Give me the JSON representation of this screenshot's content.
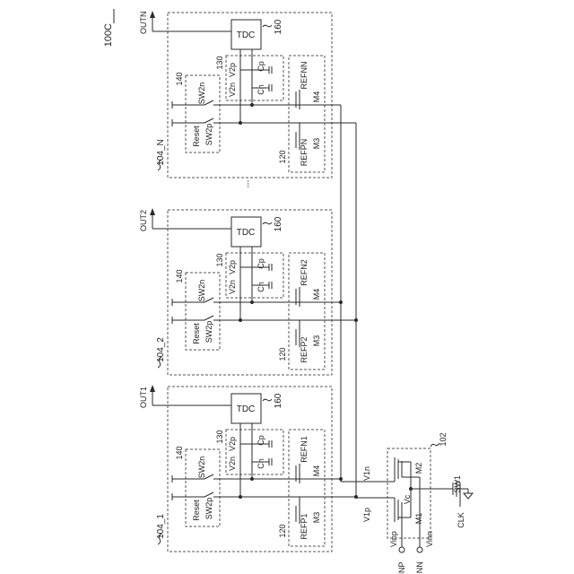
{
  "figure_label": "100C",
  "ellipsis": "...",
  "columns": [
    {
      "id": "104_N",
      "out": "OUTN",
      "refn": "REFNN",
      "refp": "REFPN"
    },
    {
      "id": "104_2",
      "out": "OUT2",
      "refn": "REFN2",
      "refp": "REFP2"
    },
    {
      "id": "104_1",
      "out": "OUT1",
      "refn": "REFN1",
      "refp": "REFP1"
    }
  ],
  "labels": {
    "tdc": "TDC",
    "tdc_ref": "160",
    "cap_ref": "130",
    "switch_ref": "140",
    "comp_ref": "120",
    "sw2n": "SW2n",
    "sw2p": "SW2p",
    "reset": "Reset",
    "v2p": "V2p",
    "v2n": "V2n",
    "cp": "Cp",
    "cn": "Cn",
    "m3": "M3",
    "m4": "M4"
  },
  "front_end": {
    "ref": "102",
    "m1": "M1",
    "m2": "M2",
    "vc": "Vc",
    "v1p": "V1p",
    "v1n": "V1n",
    "vinp": "Vinp",
    "vinn": "Vinn",
    "inp": "INP",
    "inn": "INN",
    "sw1": "SW1",
    "clk": "CLK"
  }
}
